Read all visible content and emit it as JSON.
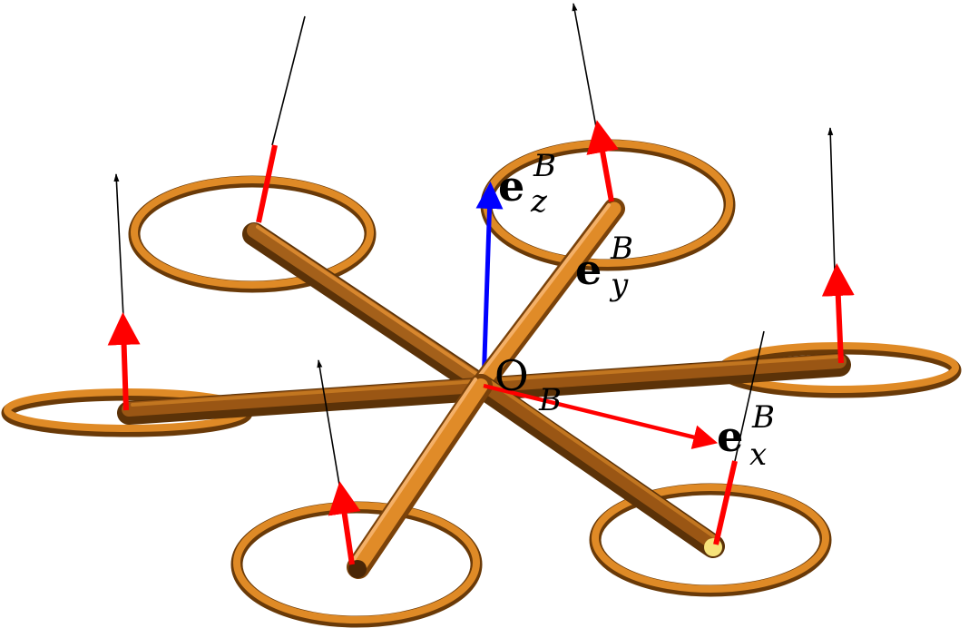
{
  "labels": {
    "ez": {
      "main": "e",
      "sup": "B",
      "sub": "z"
    },
    "ey": {
      "main": "e",
      "sup": "B",
      "sub": "y"
    },
    "ex": {
      "main": "e",
      "sup": "B",
      "sub": "x"
    },
    "origin": {
      "main": "O",
      "sup": "B"
    }
  },
  "colors": {
    "frame": "#a0560f",
    "frame_light": "#e28a25",
    "frame_highlight": "#f3b06a",
    "thrust": "#ff0000",
    "axis_z": "#0000ff",
    "axis_x": "#ff0000",
    "force_line": "#000000",
    "tip_highlight": "#f6e27a"
  }
}
